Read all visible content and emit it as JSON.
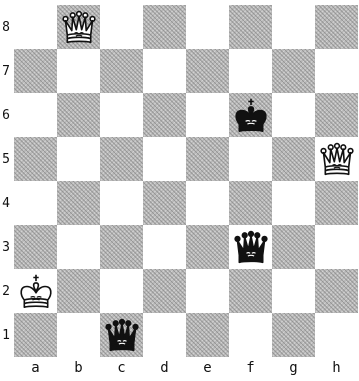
{
  "board": {
    "files": [
      "a",
      "b",
      "c",
      "d",
      "e",
      "f",
      "g",
      "h"
    ],
    "ranks": [
      "8",
      "7",
      "6",
      "5",
      "4",
      "3",
      "2",
      "1"
    ],
    "pieces": [
      {
        "square": "b8",
        "color": "white",
        "type": "queen",
        "icon": "white-queen-icon"
      },
      {
        "square": "f6",
        "color": "black",
        "type": "king",
        "icon": "black-king-icon"
      },
      {
        "square": "h5",
        "color": "white",
        "type": "queen",
        "icon": "white-queen-icon"
      },
      {
        "square": "f3",
        "color": "black",
        "type": "queen",
        "icon": "black-queen-icon"
      },
      {
        "square": "a2",
        "color": "white",
        "type": "king",
        "icon": "white-king-icon"
      },
      {
        "square": "c1",
        "color": "black",
        "type": "queen",
        "icon": "black-queen-icon"
      }
    ]
  },
  "colors": {
    "light_square": "#ffffff",
    "dark_square": "#b9b9b9",
    "piece_black": "#111111",
    "piece_white": "#ffffff"
  }
}
